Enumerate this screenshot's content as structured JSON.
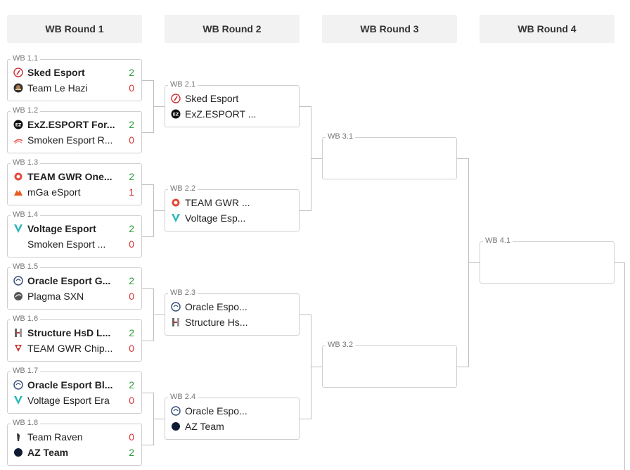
{
  "rounds": [
    "WB Round 1",
    "WB Round 2",
    "WB Round 3",
    "WB Round 4"
  ],
  "matches": {
    "m11": {
      "label": "WB 1.1",
      "t1": {
        "name": "Sked Esport",
        "score": "2",
        "icon": "sked-logo-icon"
      },
      "t2": {
        "name": "Team Le Hazi",
        "score": "0",
        "icon": "le-hazi-logo-icon"
      }
    },
    "m12": {
      "label": "WB 1.2",
      "t1": {
        "name": "ExZ.ESPORT For...",
        "score": "2",
        "icon": "exz-logo-icon"
      },
      "t2": {
        "name": "Smoken Esport R...",
        "score": "0",
        "icon": "smoken-logo-icon"
      }
    },
    "m13": {
      "label": "WB 1.3",
      "t1": {
        "name": "TEAM GWR One...",
        "score": "2",
        "icon": "gwr-logo-icon"
      },
      "t2": {
        "name": "mGa eSport",
        "score": "1",
        "icon": "mga-logo-icon"
      }
    },
    "m14": {
      "label": "WB 1.4",
      "t1": {
        "name": "Voltage Esport",
        "score": "2",
        "icon": "voltage-logo-icon"
      },
      "t2": {
        "name": "Smoken Esport ...",
        "score": "0",
        "icon": ""
      }
    },
    "m15": {
      "label": "WB 1.5",
      "t1": {
        "name": "Oracle Esport G...",
        "score": "2",
        "icon": "oracle-logo-icon"
      },
      "t2": {
        "name": "Plagma SXN",
        "score": "0",
        "icon": "plagma-logo-icon"
      }
    },
    "m16": {
      "label": "WB 1.6",
      "t1": {
        "name": "Structure HsD L...",
        "score": "2",
        "icon": "structure-logo-icon"
      },
      "t2": {
        "name": "TEAM GWR Chip...",
        "score": "0",
        "icon": "gwr-chip-logo-icon"
      }
    },
    "m17": {
      "label": "WB 1.7",
      "t1": {
        "name": "Oracle Esport Bl...",
        "score": "2",
        "icon": "oracle-logo-icon"
      },
      "t2": {
        "name": "Voltage Esport Era",
        "score": "0",
        "icon": "voltage-logo-icon"
      }
    },
    "m18": {
      "label": "WB 1.8",
      "t1": {
        "name": "Team Raven",
        "score": "0",
        "icon": "raven-logo-icon"
      },
      "t2": {
        "name": "AZ Team",
        "score": "2",
        "icon": "az-logo-icon"
      }
    },
    "m21": {
      "label": "WB 2.1",
      "t1": {
        "name": "Sked Esport",
        "score": "",
        "icon": "sked-logo-icon"
      },
      "t2": {
        "name": "ExZ.ESPORT ...",
        "score": "",
        "icon": "exz-logo-icon"
      }
    },
    "m22": {
      "label": "WB 2.2",
      "t1": {
        "name": "TEAM GWR ...",
        "score": "",
        "icon": "gwr-logo-icon"
      },
      "t2": {
        "name": "Voltage Esp...",
        "score": "",
        "icon": "voltage-logo-icon"
      }
    },
    "m23": {
      "label": "WB 2.3",
      "t1": {
        "name": "Oracle Espo...",
        "score": "",
        "icon": "oracle-logo-icon"
      },
      "t2": {
        "name": "Structure Hs...",
        "score": "",
        "icon": "structure-logo-icon"
      }
    },
    "m24": {
      "label": "WB 2.4",
      "t1": {
        "name": "Oracle Espo...",
        "score": "",
        "icon": "oracle-logo-icon"
      },
      "t2": {
        "name": "AZ Team",
        "score": "",
        "icon": "az-logo-icon"
      }
    },
    "m31": {
      "label": "WB 3.1"
    },
    "m32": {
      "label": "WB 3.2"
    },
    "m41": {
      "label": "WB 4.1"
    }
  },
  "colors": {
    "win": "#2e9b3a",
    "lose": "#d33333",
    "line": "#bfbfbf"
  }
}
